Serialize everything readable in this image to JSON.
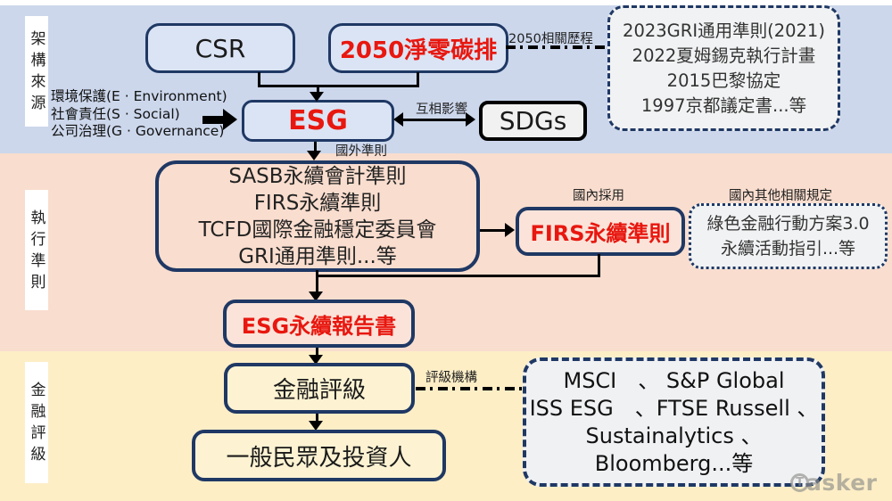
{
  "bands": {
    "top": {
      "label": "架構來源",
      "color": "#ccd7ec"
    },
    "middle": {
      "label": "執行準則",
      "color": "#f9ddce"
    },
    "bottom": {
      "label": "金融評級",
      "color": "#fdeec6"
    }
  },
  "nodes": {
    "csr": "CSR",
    "net_zero": "2050淨零碳排",
    "esg": "ESG",
    "sdgs": "SDGs",
    "esg_definition": {
      "line1": "環境保護(E · Environment)",
      "line2": "社會責任(S · Social)",
      "line3": "公司治理(G · Governance)"
    },
    "net_zero_history": {
      "line1": "2023GRI通用準則(2021)",
      "line2": "2022夏姆錫克執行計畫",
      "line3": "2015巴黎協定",
      "line4": "1997京都議定書...等"
    },
    "intl_standards": {
      "line1": "SASB永續會計準則",
      "line2": "FIRS永續準則",
      "line3": "TCFD國際金融穩定委員會",
      "line4": "GRI通用準則...等"
    },
    "firs": "FIRS永續準則",
    "domestic_regulations": {
      "line1": "綠色金融行動方案3.0",
      "line2": "永續活動指引...等"
    },
    "esg_report": "ESG永續報告書",
    "financial_rating": "金融評級",
    "public_investors": "一般民眾及投資人",
    "rating_agencies": {
      "line1": "MSCI　、 S&P Global",
      "line2": "ISS ESG　、FTSE Russell 、",
      "line3": "Sustainalytics 、",
      "line4": "Bloomberg...等"
    }
  },
  "edge_labels": {
    "net_zero_history": "2050相關歷程",
    "mutual_influence": "互相影響",
    "foreign_standards": "國外準則",
    "domestic_adoption": "國內採用",
    "domestic_other": "國內其他相關規定",
    "rating_agencies": "評級機構"
  },
  "colors": {
    "navy_border": "#1f3864",
    "red_text": "#e8170f",
    "line_black": "#000000",
    "gray_fill": "#f1f2f3",
    "blue_box_fill": "#dbe4f4",
    "peach_box_fill": "#fbe3d9",
    "yellow_box_fill": "#fdf3d3"
  },
  "watermark": {
    "logo_letter": "T",
    "suffix": "asker"
  }
}
